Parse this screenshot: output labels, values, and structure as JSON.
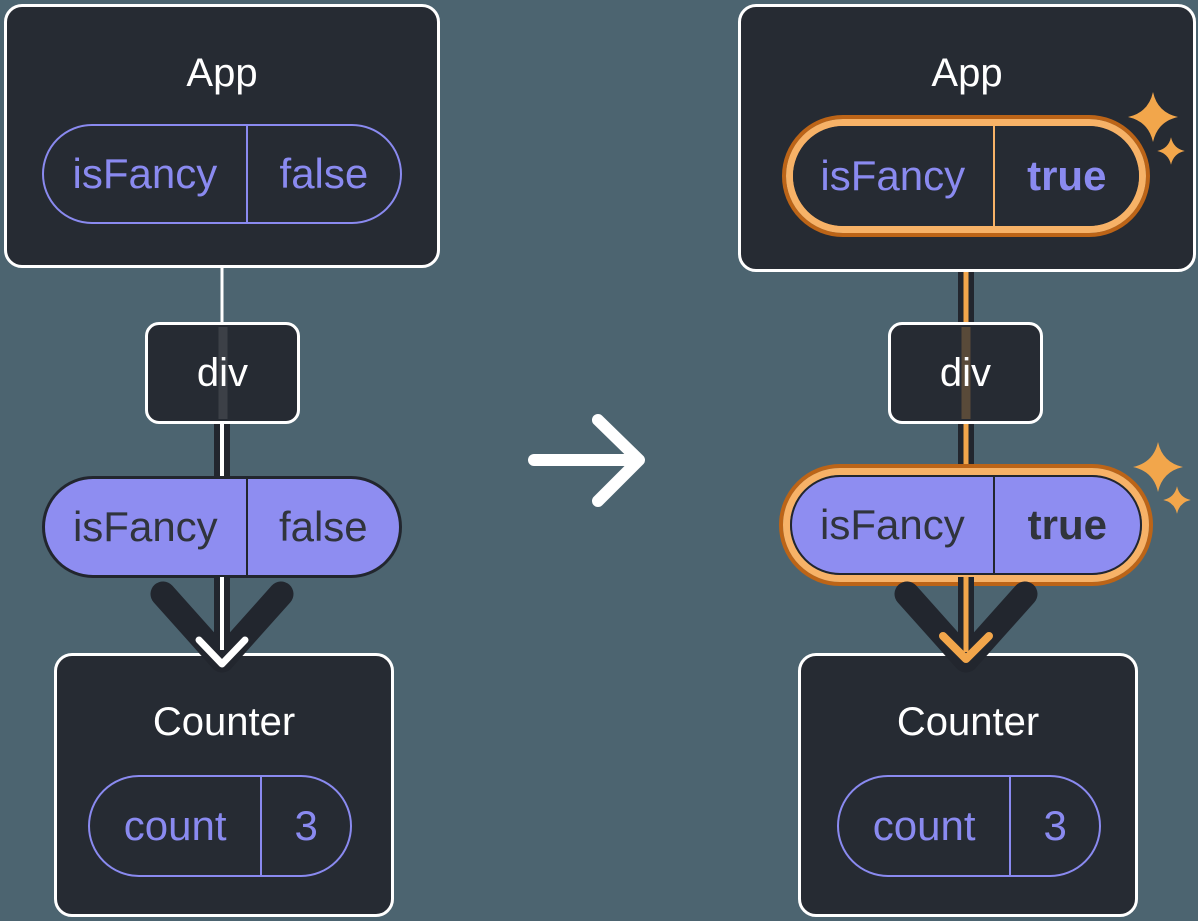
{
  "colors": {
    "bg": "#4c6470",
    "card": "#262b33",
    "card-border": "#ffffff",
    "white": "#ffffff",
    "purple": "#8a8af0",
    "purple-fill": "#8e8df1",
    "dark-text": "#30343c",
    "dark-line": "#22262e",
    "orange": "#f2a64b",
    "orange-deep": "#bc6417",
    "orange-light": "#f7b267"
  },
  "left": {
    "app": {
      "title": "App",
      "prop": {
        "name": "isFancy",
        "value": "false"
      }
    },
    "div_label": "div",
    "prop_pill": {
      "name": "isFancy",
      "value": "false"
    },
    "counter": {
      "title": "Counter",
      "state": {
        "name": "count",
        "value": "3"
      }
    }
  },
  "right": {
    "app": {
      "title": "App",
      "prop": {
        "name": "isFancy",
        "value": "true"
      }
    },
    "div_label": "div",
    "prop_pill": {
      "name": "isFancy",
      "value": "true"
    },
    "counter": {
      "title": "Counter",
      "state": {
        "name": "count",
        "value": "3"
      }
    }
  },
  "icons": {
    "transition_arrow": "arrow-right",
    "flow_arrows": "arrow-down",
    "highlight": "sparkle"
  }
}
